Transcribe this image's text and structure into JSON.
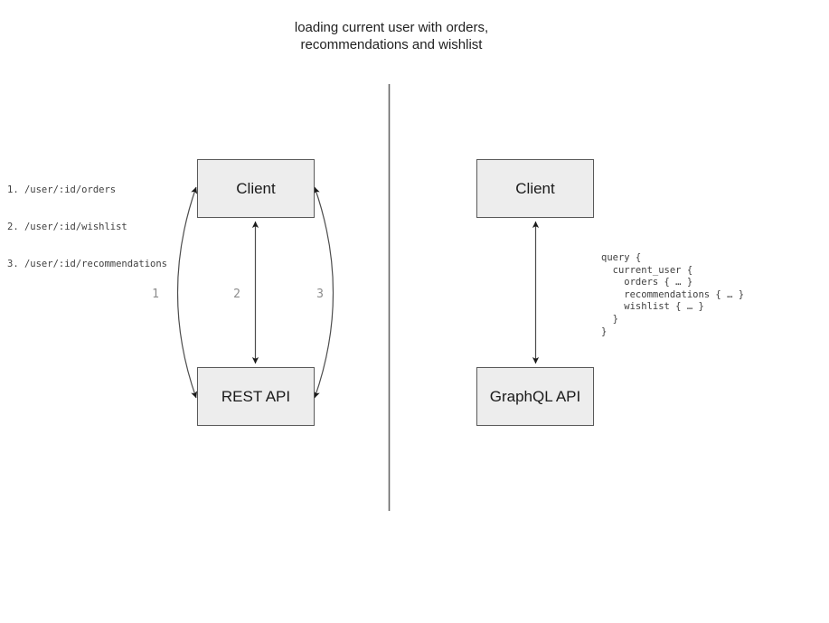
{
  "title": "loading current user with orders,\nrecommendations and wishlist",
  "colors": {
    "box_fill": "#ededed",
    "box_border": "#595959",
    "arrow_stroke": "#4d4d4d",
    "arrowhead_fill": "#1a1a1a",
    "divider_stroke": "#666666",
    "code_text": "#404040",
    "arrow_number_text": "#8c8c8c"
  },
  "rest": {
    "endpoints": [
      "1. /user/:id/orders",
      "2. /user/:id/wishlist",
      "3. /user/:id/recommendations"
    ],
    "client_label": "Client",
    "api_label": "REST API",
    "arrow_labels": [
      "1",
      "2",
      "3"
    ]
  },
  "graphql": {
    "client_label": "Client",
    "api_label": "GraphQL API",
    "query": "query {\n  current_user {\n    orders { … }\n    recommendations { … }\n    wishlist { … }\n  }\n}"
  }
}
